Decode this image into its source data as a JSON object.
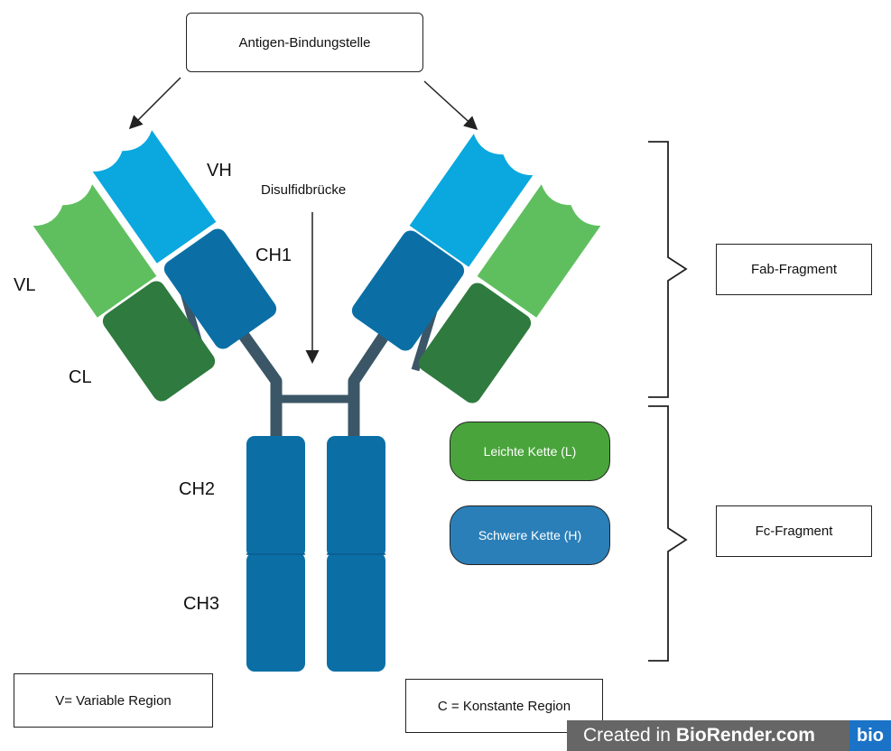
{
  "labels": {
    "antigen_site": "Antigen-Bindungstelle",
    "vh": "VH",
    "vl": "VL",
    "cl": "CL",
    "ch1": "CH1",
    "ch2": "CH2",
    "ch3": "CH3",
    "disulfide": "Disulfidbrücke",
    "fab": "Fab-Fragment",
    "fc": "Fc-Fragment",
    "light_chain": "Leichte Kette (L)",
    "heavy_chain": "Schwere Kette (H)",
    "variable_region": "V= Variable Region",
    "constant_region": "C = Konstante Region"
  },
  "watermark": {
    "prefix": "Created in",
    "brand": "BioRender.com",
    "logo": "bio"
  },
  "colors": {
    "light_variable": "#5fbf5f",
    "light_constant": "#2f7a3e",
    "heavy_variable": "#0aa8de",
    "heavy_constant": "#0b6fa6",
    "hinge": "#3b5666",
    "legend_light": "#4aa43c",
    "legend_heavy": "#2b7fb8"
  }
}
